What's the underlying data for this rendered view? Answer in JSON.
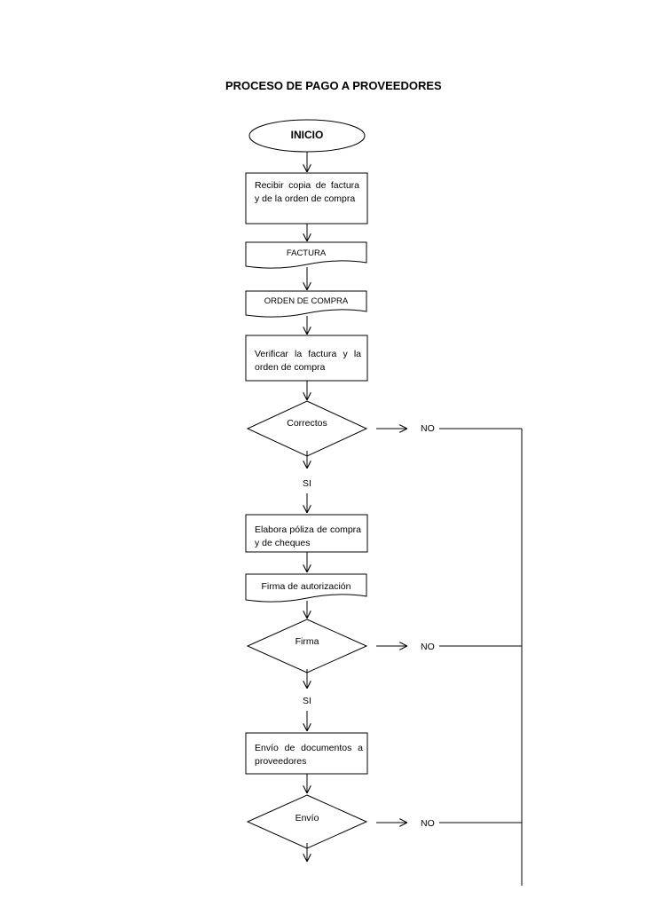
{
  "title": "PROCESO DE PAGO A PROVEEDORES",
  "nodes": {
    "start": "INICIO",
    "receive": "Recibir copia de factura y de la orden de compra",
    "doc_invoice": "FACTURA",
    "doc_order": "ORDEN DE COMPRA",
    "verify": "Verificar la factura y la orden de compra",
    "decision_correct": "Correctos",
    "policy": "Elabora póliza de compra y de cheques",
    "doc_signature": "Firma de autorización",
    "decision_signature": "Firma",
    "send": "Envío de documentos a proveedores",
    "decision_send": "Envío"
  },
  "labels": {
    "no_1": "NO",
    "yes_1": "SI",
    "no_2": "NO",
    "yes_2": "SI",
    "no_3": "NO"
  },
  "colors": {
    "stroke": "#000000",
    "fill": "#ffffff",
    "text": "#000000"
  }
}
